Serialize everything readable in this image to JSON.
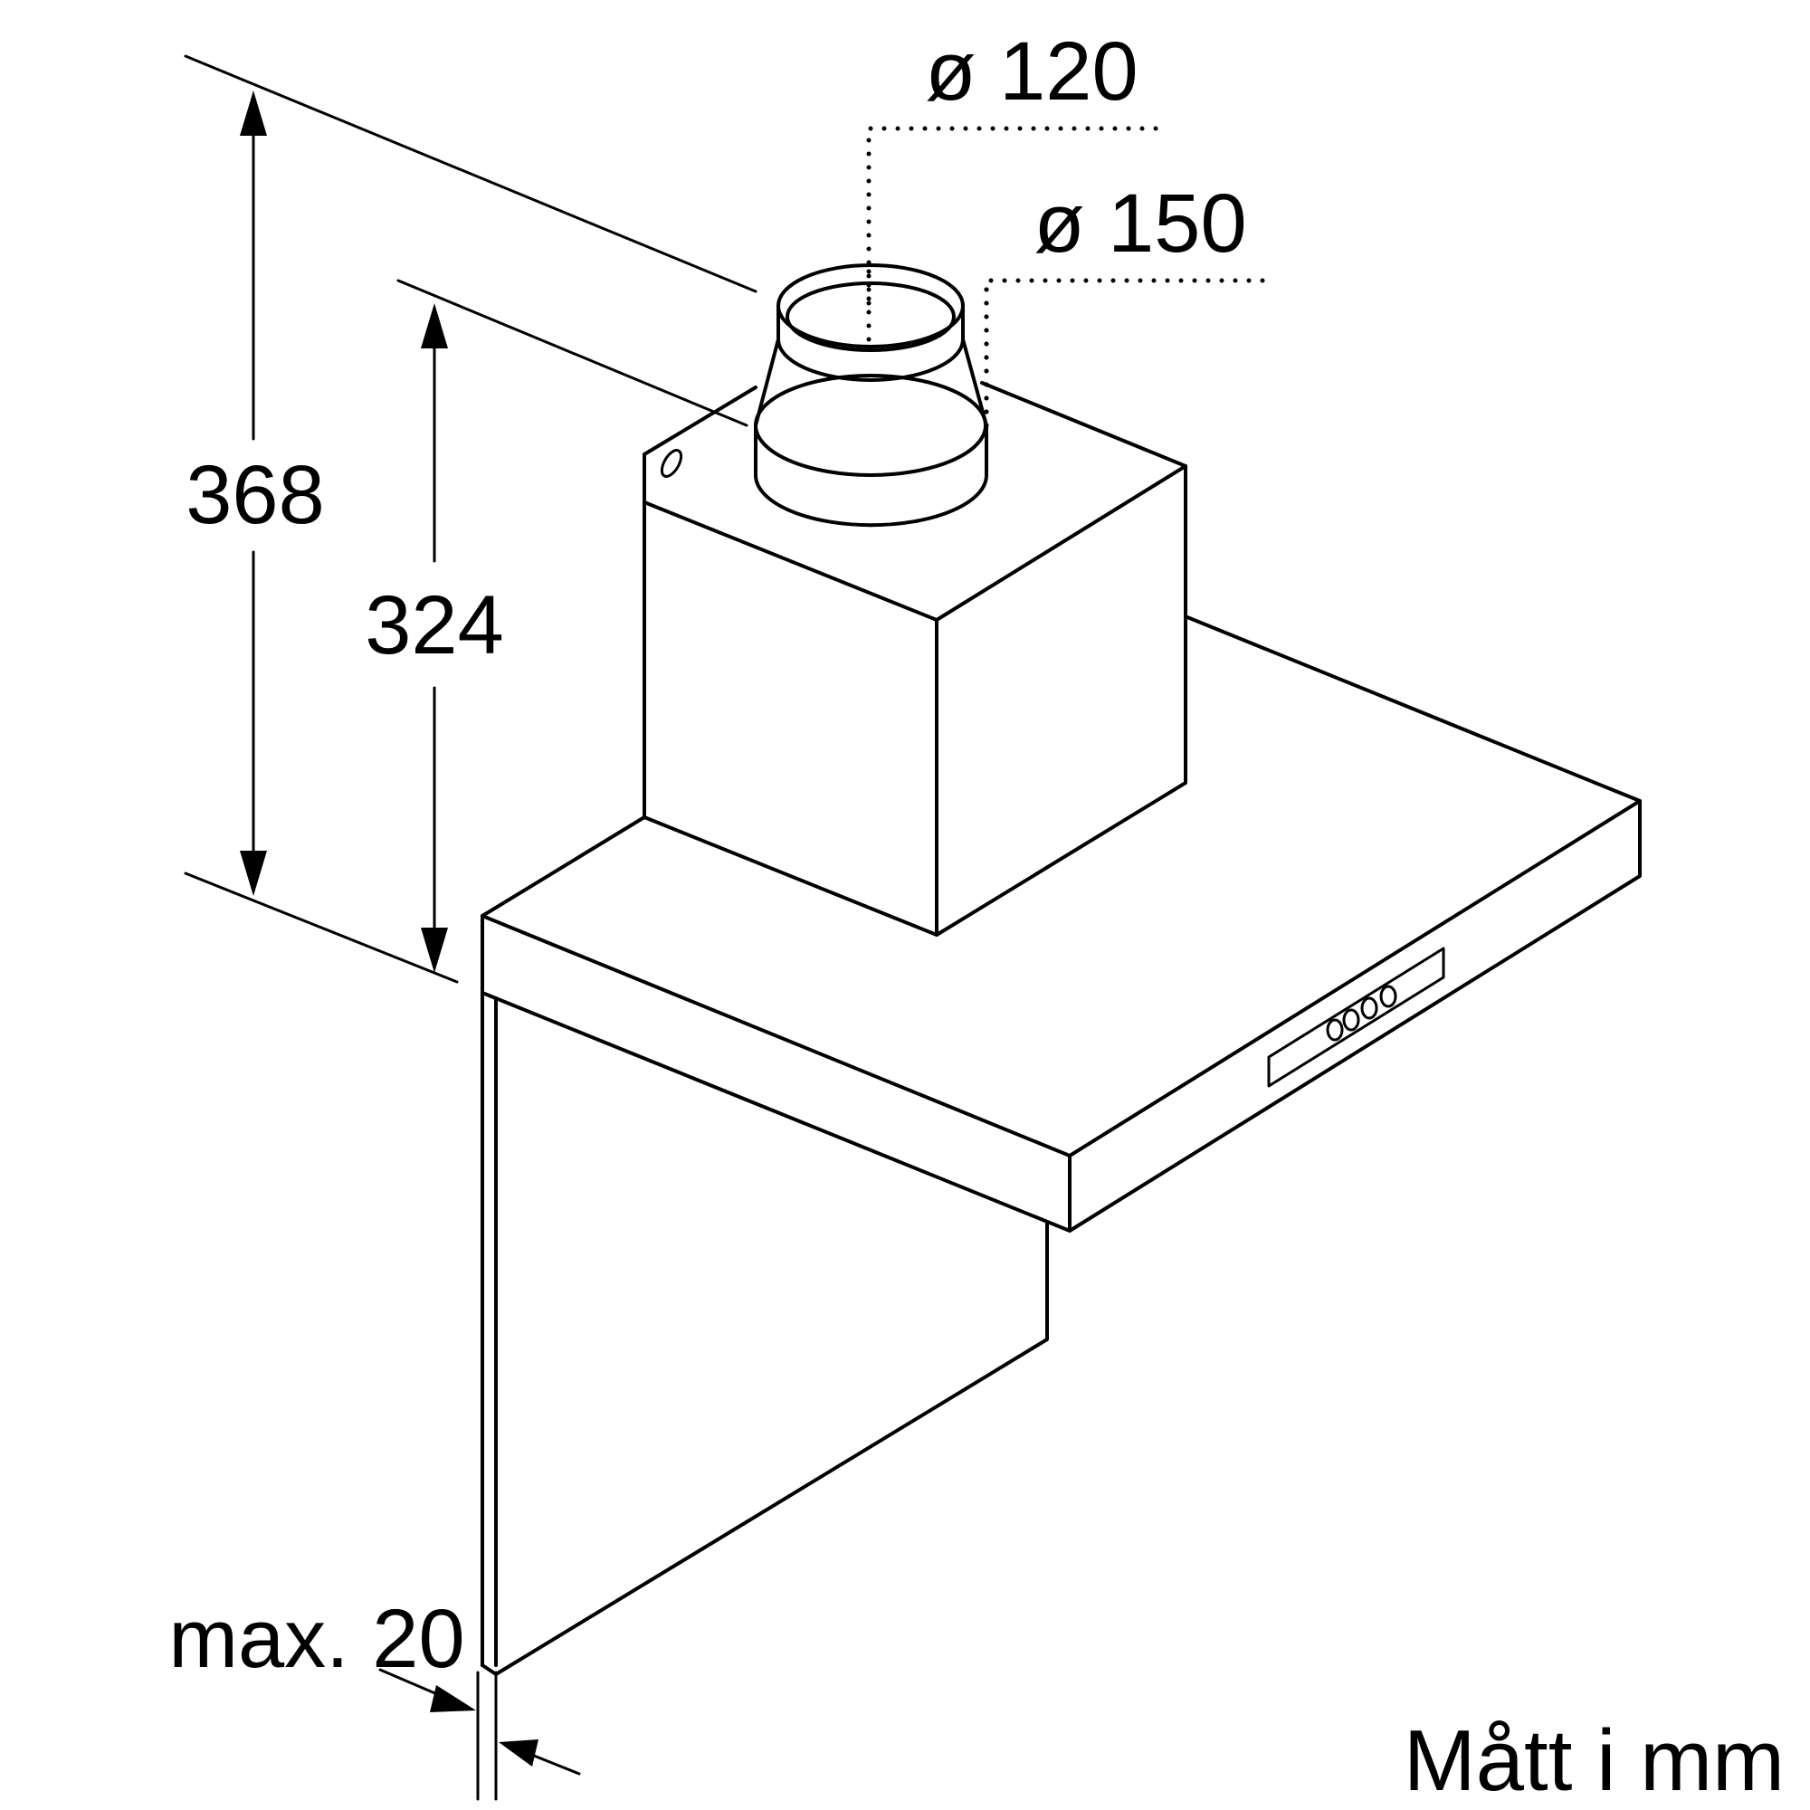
{
  "dimensions": {
    "duct_inner_diameter": "ø 120",
    "duct_outer_diameter": "ø 150",
    "total_height": "368",
    "canopy_height": "324",
    "wall_gap": "max. 20"
  },
  "units_note": "Mått i mm"
}
